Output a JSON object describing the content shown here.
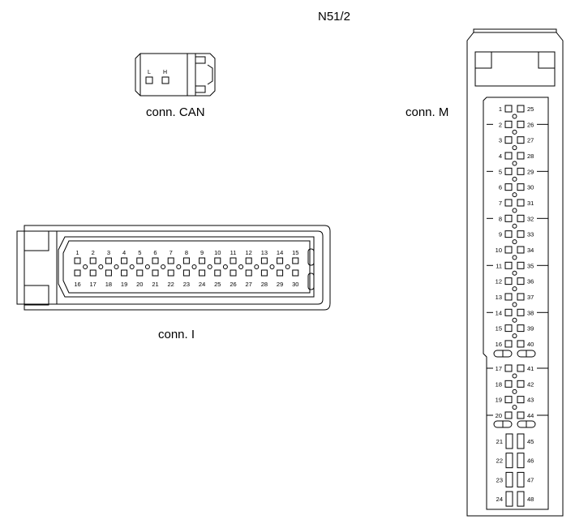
{
  "title": "N51/2",
  "connectors": {
    "can": {
      "label": "conn. CAN",
      "pins": [
        "L",
        "H"
      ]
    },
    "i": {
      "label": "conn. I",
      "top_row": [
        "1",
        "2",
        "3",
        "4",
        "5",
        "6",
        "7",
        "8",
        "9",
        "10",
        "11",
        "12",
        "13",
        "14",
        "15"
      ],
      "bottom_row": [
        "16",
        "17",
        "18",
        "19",
        "20",
        "21",
        "22",
        "23",
        "24",
        "25",
        "26",
        "27",
        "28",
        "29",
        "30"
      ]
    },
    "m": {
      "label": "conn. M",
      "left_pins": [
        "1",
        "2",
        "3",
        "4",
        "5",
        "6",
        "7",
        "8",
        "9",
        "10",
        "11",
        "12",
        "13",
        "14",
        "15",
        "16",
        "17",
        "18",
        "19",
        "20"
      ],
      "right_pins": [
        "25",
        "26",
        "27",
        "28",
        "29",
        "30",
        "31",
        "32",
        "33",
        "34",
        "35",
        "36",
        "37",
        "38",
        "39",
        "40",
        "41",
        "42",
        "43",
        "44"
      ],
      "wide_left": [
        "21",
        "22",
        "23",
        "24"
      ],
      "wide_right": [
        "45",
        "46",
        "47",
        "48"
      ]
    }
  },
  "colors": {
    "line": "#000000",
    "background": "#ffffff"
  }
}
